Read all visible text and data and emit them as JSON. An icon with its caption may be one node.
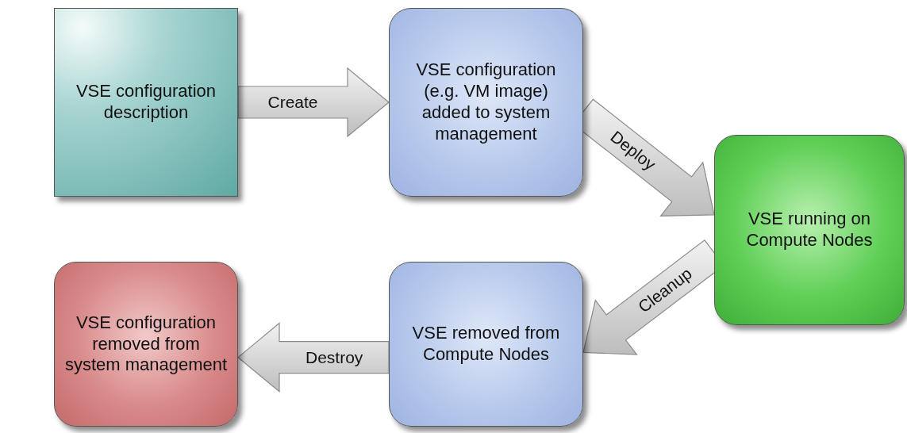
{
  "diagram": {
    "nodes": [
      {
        "text": [
          "VSE configuration description"
        ]
      },
      {
        "text": [
          "VSE configuration (e.g. VM image) added to system management"
        ]
      },
      {
        "text": [
          "VSE running on Compute Nodes"
        ]
      },
      {
        "text": [
          "VSE removed from Compute Nodes"
        ]
      },
      {
        "text": [
          "VSE configuration removed from system management"
        ]
      }
    ],
    "edges": [
      {
        "from": 0,
        "to": 1,
        "arrow": "to",
        "label": "Create"
      },
      {
        "from": 1,
        "to": 2,
        "arrow": "to",
        "label": "Deploy"
      },
      {
        "from": 2,
        "to": 3,
        "arrow": "to",
        "label": "Cleanup"
      },
      {
        "from": 3,
        "to": 4,
        "arrow": "to",
        "label": "Destroy"
      }
    ]
  }
}
